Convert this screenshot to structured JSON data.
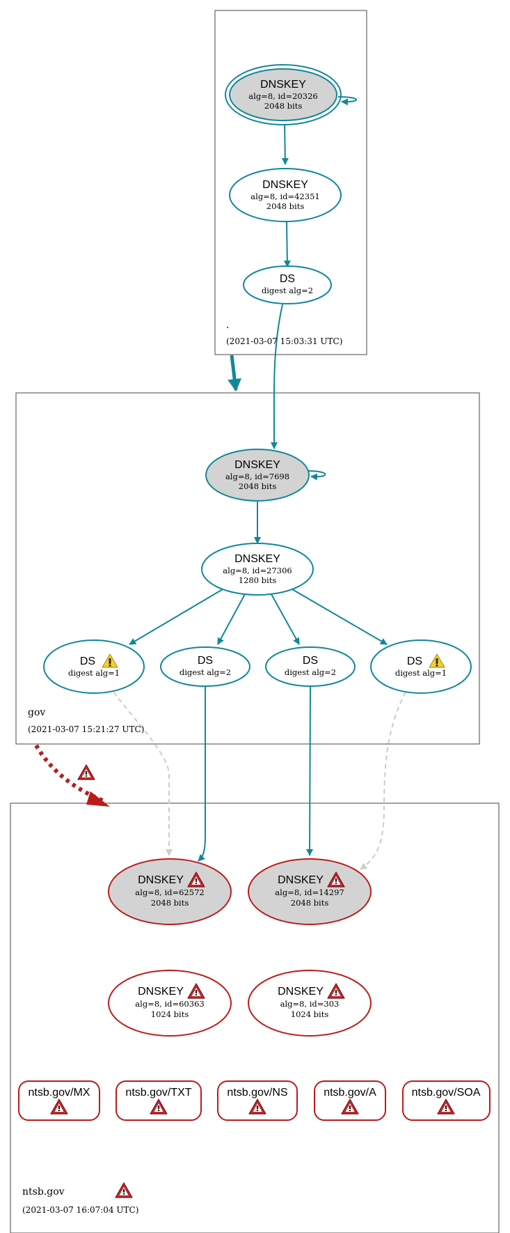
{
  "colors": {
    "teal": "#11879a",
    "red": "#bb1b1b",
    "gray_fill": "#d3d3d3",
    "warn_yellow": "#f3cf36",
    "warn_red": "#c0292f"
  },
  "zones": {
    "root": {
      "label": ".",
      "timestamp": "(2021-03-07 15:03:31 UTC)"
    },
    "gov": {
      "label": "gov",
      "timestamp": "(2021-03-07 15:21:27 UTC)"
    },
    "ntsb": {
      "label": "ntsb.gov",
      "timestamp": "(2021-03-07 16:07:04 UTC)",
      "warning_icon": "warning-red-icon"
    }
  },
  "nodes": {
    "root_ksk": {
      "title": "DNSKEY",
      "line1": "alg=8, id=20326",
      "line2": "2048 bits"
    },
    "root_zsk": {
      "title": "DNSKEY",
      "line1": "alg=8, id=42351",
      "line2": "2048 bits"
    },
    "root_ds": {
      "title": "DS",
      "line1": "digest alg=2"
    },
    "gov_ksk": {
      "title": "DNSKEY",
      "line1": "alg=8, id=7698",
      "line2": "2048 bits"
    },
    "gov_zsk": {
      "title": "DNSKEY",
      "line1": "alg=8, id=27306",
      "line2": "1280 bits"
    },
    "gov_ds1": {
      "title": "DS",
      "line1": "digest alg=1",
      "icon": "warning-yellow-icon"
    },
    "gov_ds2": {
      "title": "DS",
      "line1": "digest alg=2"
    },
    "gov_ds3": {
      "title": "DS",
      "line1": "digest alg=2"
    },
    "gov_ds4": {
      "title": "DS",
      "line1": "digest alg=1",
      "icon": "warning-yellow-icon"
    },
    "ntsb_k1": {
      "title": "DNSKEY",
      "line1": "alg=8, id=62572",
      "line2": "2048 bits",
      "icon": "warning-red-icon"
    },
    "ntsb_k2": {
      "title": "DNSKEY",
      "line1": "alg=8, id=14297",
      "line2": "2048 bits",
      "icon": "warning-red-icon"
    },
    "ntsb_k3": {
      "title": "DNSKEY",
      "line1": "alg=8, id=60363",
      "line2": "1024 bits",
      "icon": "warning-red-icon"
    },
    "ntsb_k4": {
      "title": "DNSKEY",
      "line1": "alg=8, id=303",
      "line2": "1024 bits",
      "icon": "warning-red-icon"
    }
  },
  "records": [
    {
      "label": "ntsb.gov/MX",
      "icon": "warning-red-icon"
    },
    {
      "label": "ntsb.gov/TXT",
      "icon": "warning-red-icon"
    },
    {
      "label": "ntsb.gov/NS",
      "icon": "warning-red-icon"
    },
    {
      "label": "ntsb.gov/A",
      "icon": "warning-red-icon"
    },
    {
      "label": "ntsb.gov/SOA",
      "icon": "warning-red-icon"
    }
  ]
}
